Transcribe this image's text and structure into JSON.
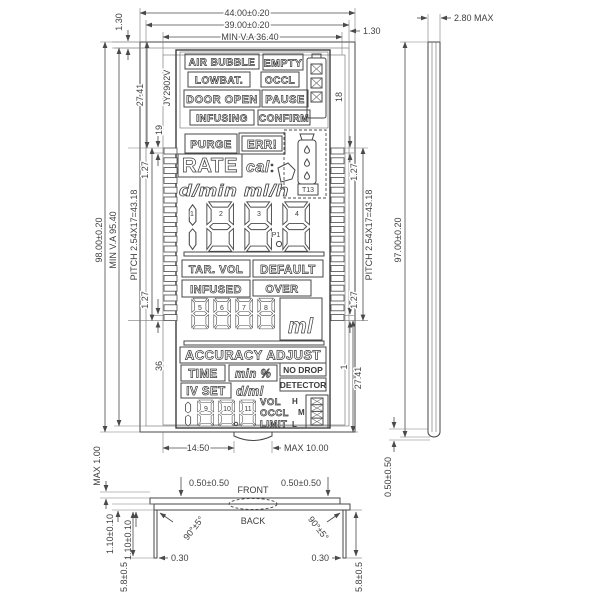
{
  "part_number": "JY2902V",
  "dims": {
    "top": {
      "overall": "44.00±0.20",
      "inner": "39.00±0.20",
      "va": "MIN V.A 36.40",
      "left_offset": "1.30",
      "right_offset": "1.30"
    },
    "side": {
      "thickness": "2.80 MAX",
      "height": "97.00±0.20",
      "bottom_offset": "0.50±0.50"
    },
    "left": {
      "height": "98.00±0.20",
      "va": "MIN V.A 95.40",
      "pitch": "PITCH 2.54X17=43.18",
      "pitch_off_top": "1.27",
      "pitch_off_bottom": "1.27",
      "top_margin": "27.41",
      "pin_top": "19",
      "pin_bottom": "36"
    },
    "right": {
      "pin_top": "18",
      "pitch": "PITCH 2.54X17=43.18",
      "pitch_off_top": "1.27",
      "pitch_off_bottom": "1.27",
      "bottom_margin": "27.41",
      "pin_bottom": "1"
    },
    "bottom": {
      "tab_offset": "14.50",
      "tab_width": "MAX 10.00"
    },
    "bottom_view": {
      "front_offset_left": "0.50±0.50",
      "front_offset_right": "0.50±0.50",
      "front_label": "FRONT",
      "back_label": "BACK",
      "protrusion": "MAX 1.00",
      "glass_t1": "1.10±0.10",
      "glass_t2": "1.10±0.10",
      "bend_angle_left": "90°±5°",
      "bend_angle_right": "90°±5°",
      "pin_t_left": "0.30",
      "pin_t_right": "0.30",
      "pin_len_left": "5.8±0.5",
      "pin_len_right": "5.8±0.5"
    }
  },
  "lcd": {
    "annunciators": {
      "air_bubble": "AIR BUBBLE",
      "empty": "EMPTY",
      "lowbat": "LOWBAT.",
      "occl": "OCCL",
      "door_open": "DOOR OPEN",
      "pause": "PAUSE",
      "infusing": "INFUSING",
      "confirm": "CONFIRM"
    },
    "alarm": {
      "purge": "PURGE",
      "err": "ERR!"
    },
    "rate": {
      "label": "RATE",
      "cal": "cal",
      "units": "d/min ml/h"
    },
    "drip": {
      "t13": "T13"
    },
    "big_digits": {
      "labels": [
        "1",
        "2",
        "3",
        "4"
      ],
      "point": "P1"
    },
    "volume": {
      "tar_vol": "TAR. VOL",
      "default_label": "DEFAULT",
      "infused": "INFUSED",
      "over": "OVER",
      "unit": "ml",
      "digit_labels": [
        "5",
        "6",
        "7",
        "8"
      ]
    },
    "accuracy": {
      "title": "ACCURACY ADJUST",
      "time": "TIME",
      "min_pct": "min %",
      "no_drop": "NO DROP",
      "iv_set": "IV SET",
      "d_ml": "d/ml",
      "detector": "DETECTOR"
    },
    "bottom_row": {
      "digit_labels": [
        "9",
        "10",
        "11"
      ],
      "vol": "VOL",
      "occl": "OCCL",
      "limit": "LIMIT",
      "high": "H",
      "mid": "M",
      "low": "L"
    }
  }
}
